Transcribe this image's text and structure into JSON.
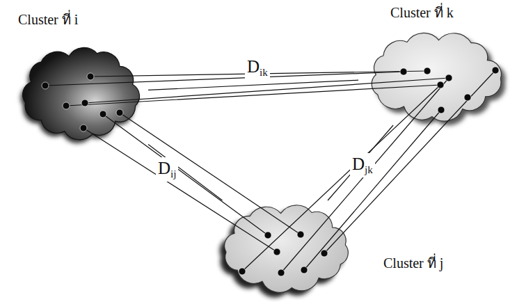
{
  "diagram": {
    "nodes": [
      {
        "text": [
          "Cluster ที่ i"
        ]
      },
      {
        "text": [
          "Cluster ที่ k"
        ]
      },
      {
        "text": [
          "Cluster ที่ j"
        ]
      }
    ],
    "edges": [
      {
        "from": 0,
        "to": 1,
        "arrow": "none",
        "label": "Dik"
      },
      {
        "from": 0,
        "to": 2,
        "arrow": "none",
        "label": "Dij"
      },
      {
        "from": 2,
        "to": 1,
        "arrow": "none",
        "label": "Djk"
      }
    ]
  }
}
